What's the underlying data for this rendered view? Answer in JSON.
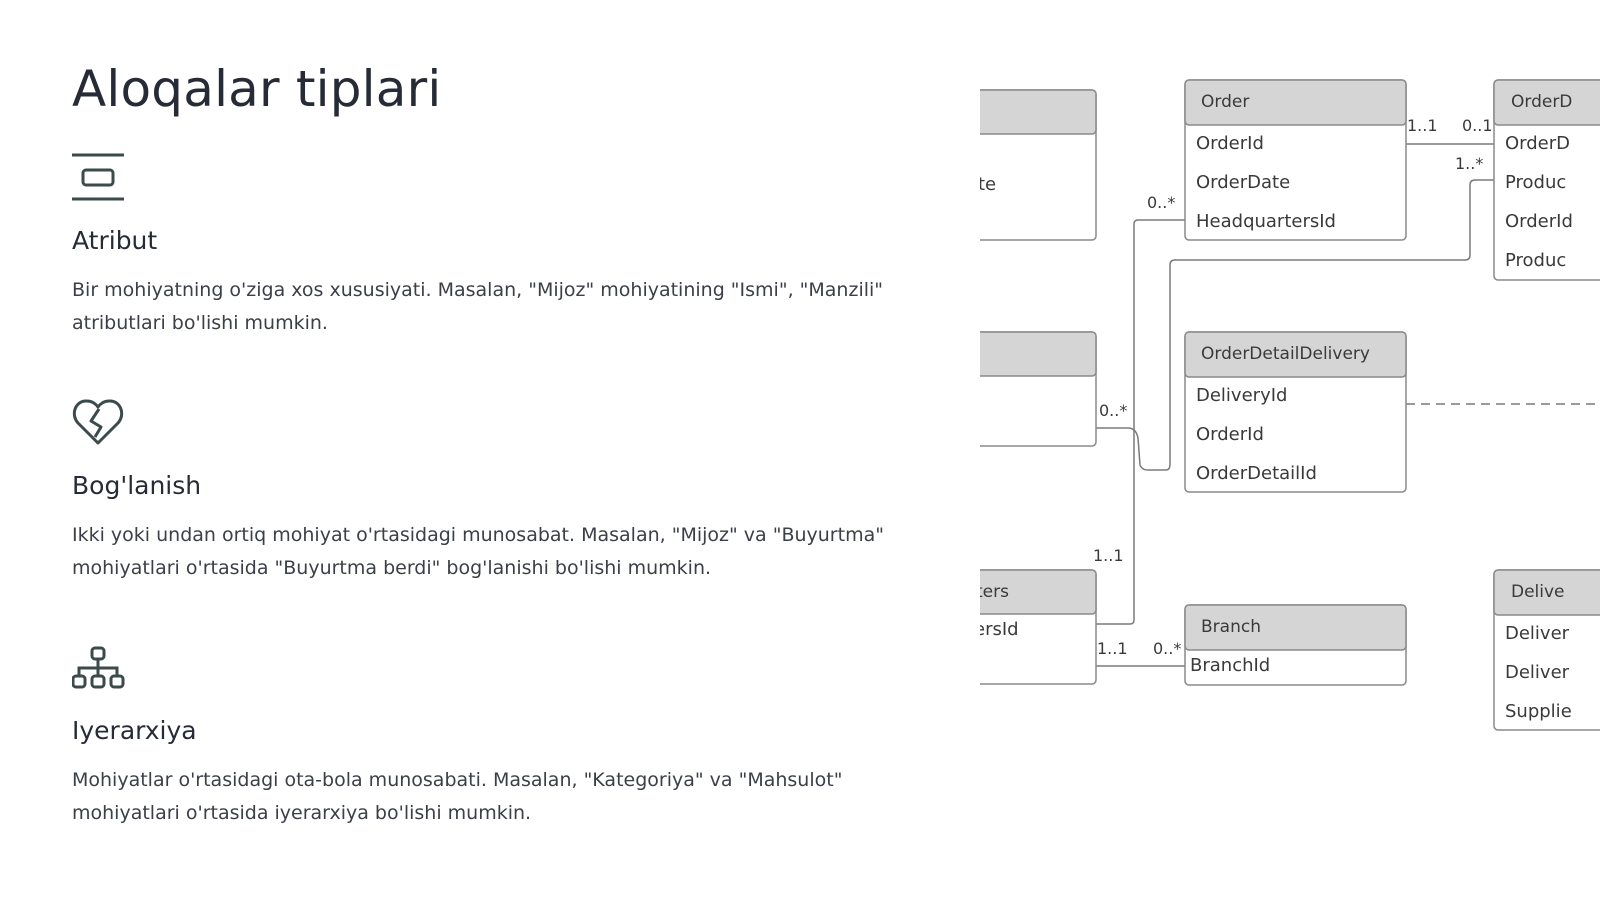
{
  "slide": {
    "title": "Aloqalar tiplari"
  },
  "features": [
    {
      "icon": "rectangle-attribute-icon",
      "title": "Atribut",
      "description": "Bir mohiyatning o'ziga xos xususiyati. Masalan, \"Mijoz\" mohiyatining \"Ismi\", \"Manzili\" atributlari bo'lishi mumkin."
    },
    {
      "icon": "broken-heart-icon",
      "title": "Bog'lanish",
      "description": "Ikki yoki undan ortiq mohiyat o'rtasidagi munosabat. Masalan, \"Mijoz\" va \"Buyurtma\" mohiyatlari o'rtasida \"Buyurtma berdi\" bog'lanishi bo'lishi mumkin."
    },
    {
      "icon": "hierarchy-tree-icon",
      "title": "Iyerarxiya",
      "description": "Mohiyatlar o'rtasidagi ota-bola munosabati. Masalan, \"Kategoriya\" va \"Mahsulot\" mohiyatlari o'rtasida iyerarxiya bo'lishi mumkin."
    }
  ],
  "diagram": {
    "entities": {
      "left_top": {
        "title": "",
        "fields": [
          "te"
        ]
      },
      "left_mid": {
        "title": "",
        "fields": []
      },
      "left_bottom": {
        "title": "ters",
        "fields": [
          "ersId"
        ]
      },
      "order": {
        "title": "Order",
        "fields": [
          "OrderId",
          "OrderDate",
          "HeadquartersId"
        ]
      },
      "order_detail_delivery": {
        "title": "OrderDetailDelivery",
        "fields": [
          "DeliveryId",
          "OrderId",
          "OrderDetailId"
        ]
      },
      "branch": {
        "title": "Branch",
        "fields": [
          "BranchId"
        ]
      },
      "right_top": {
        "title": "OrderD",
        "fields": [
          "OrderD",
          "Produc",
          "OrderId",
          "Produc"
        ]
      },
      "right_bottom": {
        "title": "Delive",
        "fields": [
          "Deliver",
          "Deliver",
          "Supplie"
        ]
      }
    },
    "cardinalities": {
      "order_left": "0..*",
      "order_right_a": "1..1",
      "order_right_b": "0..1",
      "order_right_c": "1..*",
      "mid_left": "0..*",
      "mid_down": "1..1",
      "branch_left_a": "1..1",
      "branch_left_b": "0..*"
    }
  }
}
